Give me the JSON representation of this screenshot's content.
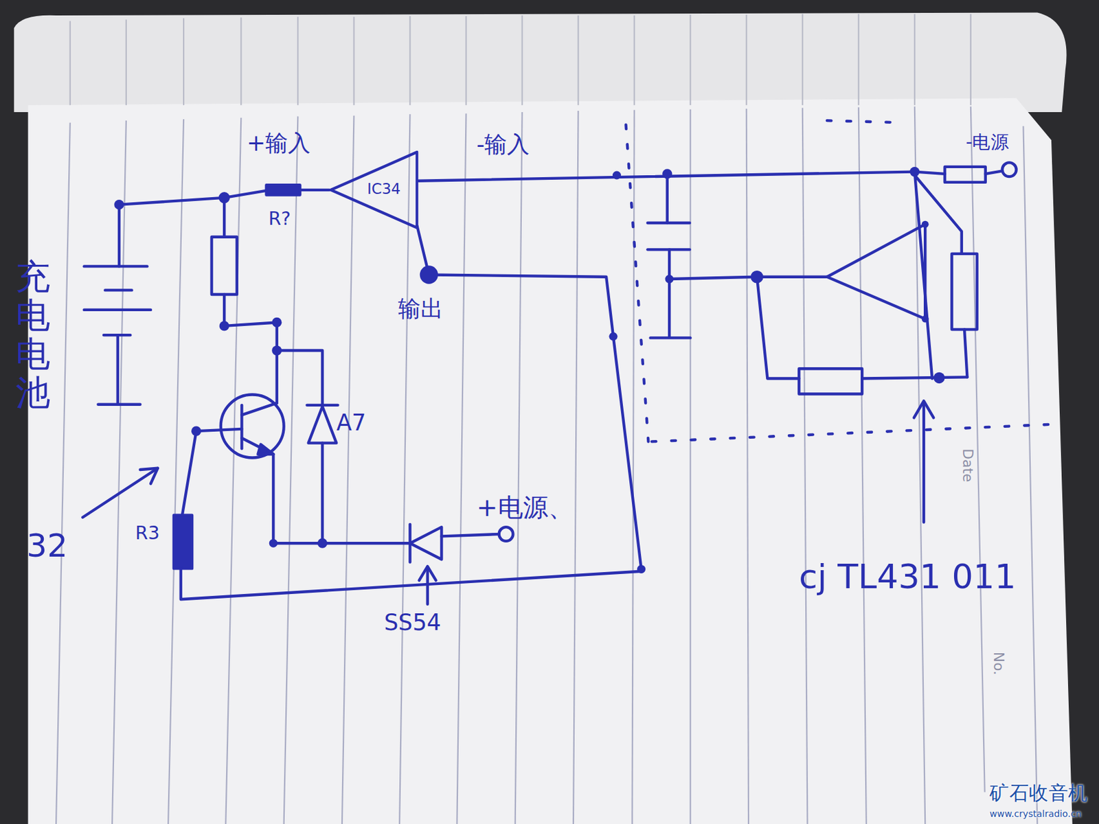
{
  "diagram": {
    "nodes": [
      {
        "text": [
          "IC34"
        ]
      }
    ],
    "labels": [
      "+输入",
      "-输入",
      "R?",
      "输出",
      "充电电池",
      "A7",
      "32",
      "R3",
      "+电源、",
      "SS54",
      "-电源",
      "cj TL431 011",
      "Date",
      "No.",
      "矿石收音机",
      "www.crystalradio.cn"
    ]
  }
}
